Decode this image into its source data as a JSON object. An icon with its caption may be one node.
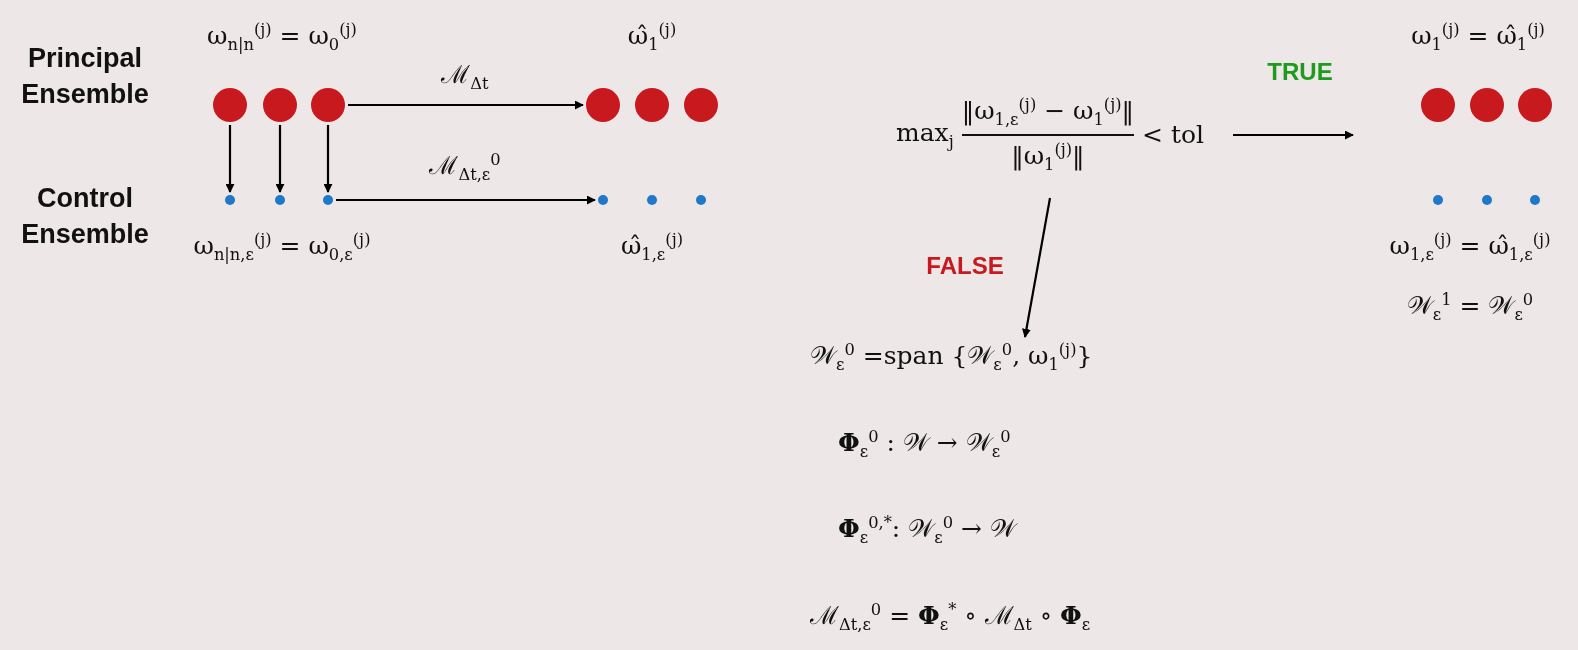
{
  "diagram": {
    "nodes": [
      {
        "text": [],
        "shape": "circle"
      },
      {
        "text": [],
        "shape": "circle"
      },
      {
        "text": [],
        "shape": "circle"
      },
      {
        "text": [],
        "shape": "circle"
      },
      {
        "text": [],
        "shape": "circle"
      },
      {
        "text": [],
        "shape": "circle"
      },
      {
        "text": [],
        "shape": "circle"
      },
      {
        "text": [],
        "shape": "circle"
      },
      {
        "text": [],
        "shape": "circle"
      },
      {
        "text": [],
        "shape": "circle"
      },
      {
        "text": [],
        "shape": "circle"
      },
      {
        "text": [],
        "shape": "circle"
      },
      {
        "text": [
          "max$_{j}$",
          "‖ω$_{1,ε}$$^{(j)}$ − ω$_{1}$$^{(j)}$‖",
          "‖ω$_{1}$$^{(j)}$‖",
          "< tol"
        ]
      },
      {
        "text": [],
        "shape": "circle"
      },
      {
        "text": [],
        "shape": "circle"
      },
      {
        "text": [],
        "shape": "circle"
      },
      {
        "text": [],
        "shape": "circle"
      },
      {
        "text": [],
        "shape": "circle"
      },
      {
        "text": [],
        "shape": "circle"
      },
      {
        "text": [
          "𝒲$_{ε}$$^{0}$ =span {𝒲$_{ε}$$^{0}$, ω$_{1}$$^{(j)}$}",
          "**Φ**$_{ε}$$^{0}$ : 𝒲 → 𝒲$_{ε}$$^{0}$",
          "**Φ**$_{ε}$$^{0,*}$: 𝒲$_{ε}$$^{0}$ → 𝒲",
          "ℳ$_{Δt,ε}$$^{0}$ = **Φ**$_{ε}$$^{*}$ ∘ ℳ$_{Δt}$ ∘ **Φ**$_{ε}$"
        ]
      }
    ],
    "edges": [
      {
        "from": 0,
        "to": 3,
        "arrow": "to"
      },
      {
        "from": 1,
        "to": 4,
        "arrow": "to"
      },
      {
        "from": 2,
        "to": 5,
        "arrow": "to"
      },
      {
        "from": 2,
        "to": 6,
        "arrow": "to",
        "label": "ℳ$_{Δt}$"
      },
      {
        "from": 5,
        "to": 9,
        "arrow": "to",
        "label": "ℳ$_{Δt,ε}$$^{0}$"
      },
      {
        "from": 12,
        "to": null,
        "arrow": "to",
        "label": "TRUE"
      },
      {
        "from": 12,
        "to": 19,
        "arrow": "to",
        "label": "FALSE"
      }
    ],
    "labels": [
      "Principal Ensemble",
      "ω$_{n|n}$$^{(j)}$ = ω$_{0}$$^{(j)}$",
      "ω̂$_{1}$$^{(j)}$",
      "ω$_{1}$$^{(j)}$ = ω̂$_{1}$$^{(j)}$",
      "Control Ensemble",
      "ω$_{n|n,ε}$$^{(j)}$ = ω$_{0,ε}$$^{(j)}$",
      "ω̂$_{1,ε}$$^{(j)}$",
      "ω$_{1,ε}$$^{(j)}$ = ω̂$_{1,ε}$$^{(j)}$",
      "𝒲$_{ε}$$^{1}$ = 𝒲$_{ε}$$^{0}$"
    ]
  }
}
